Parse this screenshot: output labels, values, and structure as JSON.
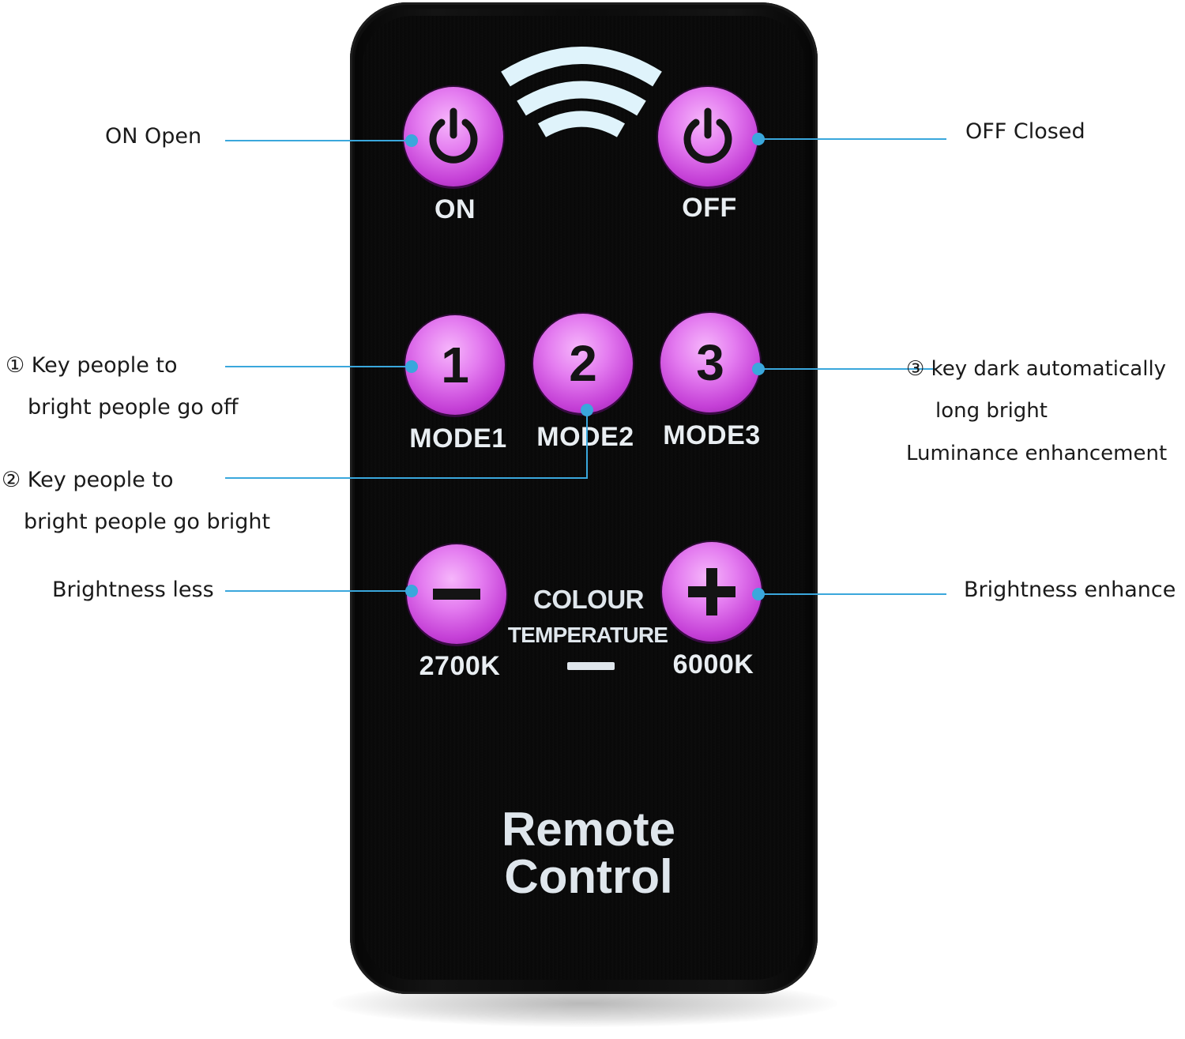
{
  "remote": {
    "title_line1": "Remote",
    "title_line2": "Control",
    "colour_label": "COLOUR",
    "temperature_label": "TEMPERATURE",
    "buttons": {
      "on": {
        "label": "ON",
        "icon": "power-icon"
      },
      "off": {
        "label": "OFF",
        "icon": "power-icon"
      },
      "mode1": {
        "glyph": "1",
        "label": "MODE1"
      },
      "mode2": {
        "glyph": "2",
        "label": "MODE2"
      },
      "mode3": {
        "glyph": "3",
        "label": "MODE3"
      },
      "minus": {
        "glyph": "−",
        "label": "2700K",
        "icon": "minus-icon"
      },
      "plus": {
        "glyph": "+",
        "label": "6000K",
        "icon": "plus-icon"
      }
    },
    "colors": {
      "button": "#e47cf0",
      "body": "#0b0b0b",
      "print": "#dfe6ec",
      "signal": "#dff3fb",
      "leader_line": "#3aa7dc"
    }
  },
  "callouts": {
    "on": "ON Open",
    "off": "OFF Closed",
    "mode1_line1": "① Key people to",
    "mode1_line2": "bright people go off",
    "mode2_line1": "② Key people to",
    "mode2_line2": "bright people go bright",
    "mode3_line1": "③ key dark automatically",
    "mode3_line2": "long bright",
    "mode3_line3": "Luminance enhancement",
    "minus": "Brightness less",
    "plus": "Brightness enhance"
  }
}
